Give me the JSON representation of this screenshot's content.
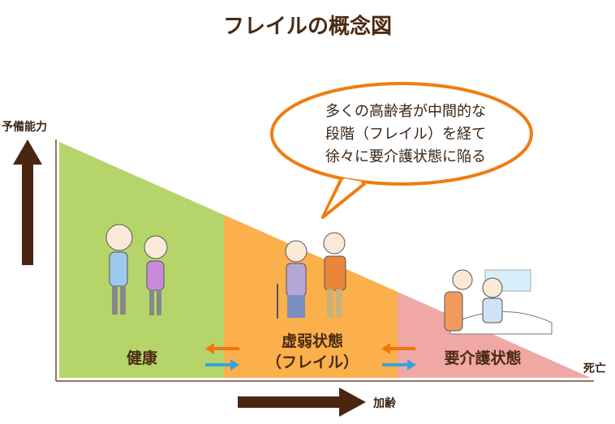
{
  "title": "フレイルの概念図",
  "y_axis_label": "予備能力",
  "x_axis_label": "加齢",
  "end_label": "死亡",
  "bubble_lines": [
    "多くの高齢者が中間的な",
    "段階（フレイル）を経て",
    "徐々に要介護状態に陥る"
  ],
  "zones": [
    {
      "lines": [
        "健康"
      ],
      "color": "#b5d56a"
    },
    {
      "lines": [
        "虚弱状態",
        "（フレイル）"
      ],
      "color": "#fbb04c"
    },
    {
      "lines": [
        "要介護状態"
      ],
      "color": "#f0a8a5"
    }
  ],
  "colors": {
    "arrow_back": "#f5730f",
    "arrow_forward": "#3aa2d8",
    "axis": "#4a2612",
    "bubble_stroke": "#f07c10"
  }
}
